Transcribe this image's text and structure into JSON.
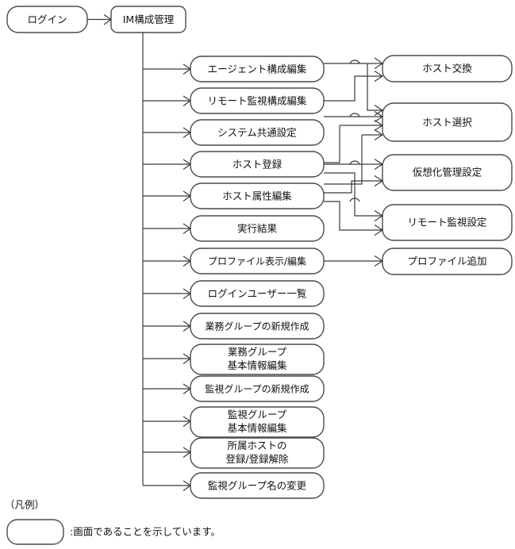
{
  "diagram": {
    "type": "screen-transition-flowchart",
    "stroke_color": "#3a3a3a",
    "node_stroke_color": "#4a4a4a",
    "node_fill_color": "#ffffff",
    "background_color": "#ffffff"
  },
  "entry": {
    "login_label": "ログイン",
    "root_label": "IM構成管理"
  },
  "main_column": [
    {
      "id": "agent-config-edit",
      "label": "エージェント構成編集",
      "lines": [
        "エージェント構成編集"
      ]
    },
    {
      "id": "remote-monitor-config",
      "label": "リモート監視構成編集",
      "lines": [
        "リモート監視構成編集"
      ]
    },
    {
      "id": "system-common-setting",
      "label": "システム共通設定",
      "lines": [
        "システム共通設定"
      ]
    },
    {
      "id": "host-register",
      "label": "ホスト登録",
      "lines": [
        "ホスト登録"
      ]
    },
    {
      "id": "host-attribute-edit",
      "label": "ホスト属性編集",
      "lines": [
        "ホスト属性編集"
      ]
    },
    {
      "id": "execution-result",
      "label": "実行結果",
      "lines": [
        "実行結果"
      ]
    },
    {
      "id": "profile-view-edit",
      "label": "プロファイル表示/編集",
      "lines": [
        "プロファイル表示/編集"
      ]
    },
    {
      "id": "login-user-list",
      "label": "ログインユーザー一覧",
      "lines": [
        "ログインユーザー一覧"
      ]
    },
    {
      "id": "biz-group-new",
      "label": "業務グループの新規作成",
      "lines": [
        "業務グループの新規作成"
      ]
    },
    {
      "id": "biz-group-basic-edit",
      "label": "業務グループ 基本情報編集",
      "lines": [
        "業務グループ",
        "基本情報編集"
      ]
    },
    {
      "id": "monitor-group-new",
      "label": "監視グループの新規作成",
      "lines": [
        "監視グループの新規作成"
      ]
    },
    {
      "id": "monitor-group-basic-edit",
      "label": "監視グループ 基本情報編集",
      "lines": [
        "監視グループ",
        "基本情報編集"
      ]
    },
    {
      "id": "member-host-register",
      "label": "所属ホストの 登録/登録解除",
      "lines": [
        "所属ホストの",
        "登録/登録解除"
      ]
    },
    {
      "id": "monitor-group-rename",
      "label": "監視グループ名の変更",
      "lines": [
        "監視グループ名の変更"
      ]
    }
  ],
  "right_column": [
    {
      "id": "host-exchange",
      "label": "ホスト交換",
      "lines": [
        "ホスト交換"
      ]
    },
    {
      "id": "host-select",
      "label": "ホスト選択",
      "lines": [
        "ホスト選択"
      ]
    },
    {
      "id": "virtual-mgmt-setting",
      "label": "仮想化管理設定",
      "lines": [
        "仮想化管理設定"
      ]
    },
    {
      "id": "remote-monitor-setting",
      "label": "リモート監視設定",
      "lines": [
        "リモート監視設定"
      ]
    },
    {
      "id": "profile-add",
      "label": "プロファイル追加",
      "lines": [
        "プロファイル追加"
      ]
    }
  ],
  "legend": {
    "title": "（凡例）",
    "description": ":画面であることを示しています。"
  },
  "chart_data": {
    "type": "diagram",
    "nodes": [
      "ログイン",
      "IM構成管理",
      "エージェント構成編集",
      "リモート監視構成編集",
      "システム共通設定",
      "ホスト登録",
      "ホスト属性編集",
      "実行結果",
      "プロファイル表示/編集",
      "ログインユーザー一覧",
      "業務グループの新規作成",
      "業務グループ 基本情報編集",
      "監視グループの新規作成",
      "監視グループ 基本情報編集",
      "所属ホストの 登録/登録解除",
      "監視グループ名の変更",
      "ホスト交換",
      "ホスト選択",
      "仮想化管理設定",
      "リモート監視設定",
      "プロファイル追加"
    ],
    "edges": [
      {
        "from": "ログイン",
        "to": "IM構成管理"
      },
      {
        "from": "IM構成管理",
        "to": "エージェント構成編集"
      },
      {
        "from": "IM構成管理",
        "to": "リモート監視構成編集"
      },
      {
        "from": "IM構成管理",
        "to": "システム共通設定"
      },
      {
        "from": "IM構成管理",
        "to": "ホスト登録"
      },
      {
        "from": "IM構成管理",
        "to": "ホスト属性編集"
      },
      {
        "from": "IM構成管理",
        "to": "実行結果"
      },
      {
        "from": "IM構成管理",
        "to": "プロファイル表示/編集"
      },
      {
        "from": "IM構成管理",
        "to": "ログインユーザー一覧"
      },
      {
        "from": "IM構成管理",
        "to": "業務グループの新規作成"
      },
      {
        "from": "IM構成管理",
        "to": "業務グループ 基本情報編集"
      },
      {
        "from": "IM構成管理",
        "to": "監視グループの新規作成"
      },
      {
        "from": "IM構成管理",
        "to": "監視グループ 基本情報編集"
      },
      {
        "from": "IM構成管理",
        "to": "所属ホストの 登録/登録解除"
      },
      {
        "from": "IM構成管理",
        "to": "監視グループ名の変更"
      },
      {
        "from": "エージェント構成編集",
        "to": "ホスト交換"
      },
      {
        "from": "エージェント構成編集",
        "to": "ホスト選択"
      },
      {
        "from": "リモート監視構成編集",
        "to": "ホスト交換"
      },
      {
        "from": "リモート監視構成編集",
        "to": "ホスト選択"
      },
      {
        "from": "システム共通設定",
        "to": "ホスト選択"
      },
      {
        "from": "ホスト登録",
        "to": "仮想化管理設定"
      },
      {
        "from": "ホスト登録",
        "to": "ホスト選択"
      },
      {
        "from": "ホスト登録",
        "to": "リモート監視設定"
      },
      {
        "from": "ホスト属性編集",
        "to": "仮想化管理設定"
      },
      {
        "from": "ホスト属性編集",
        "to": "リモート監視設定"
      },
      {
        "from": "プロファイル表示/編集",
        "to": "プロファイル追加"
      }
    ]
  }
}
